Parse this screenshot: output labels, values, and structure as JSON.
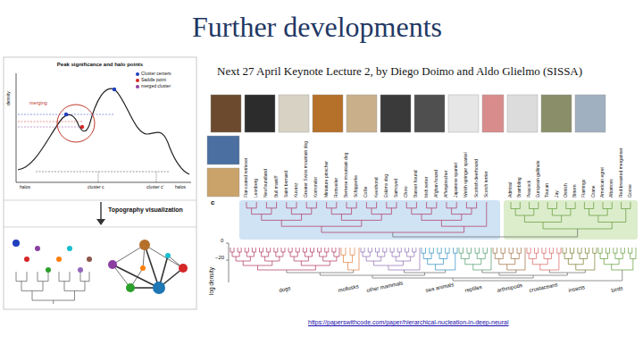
{
  "diagram": {
    "title": "Further developments",
    "labels": [
      "Next 27 April Keynote Lecture 2, by Diego Doimo and Aldo Glielmo (SISSA)",
      "Peak significance and halo points",
      "merging",
      "density",
      "halos",
      "cluster c",
      "cluster c'",
      "halos",
      "Topography visualization",
      "c",
      "log density",
      "0",
      "−20",
      "https://paperswithcode.com/paper/hierarchical-nucleation-in-deep-neural",
      "dogs",
      "mollusks",
      "other mammals",
      "sea animals",
      "reptiles",
      "arthropods",
      "crustaceans",
      "insects",
      "birds",
      "Flat-coated retriever",
      "Leonberg",
      "Newfoundland",
      "Bull mastiff",
      "Saint bernard",
      "Kuvasz",
      "Greater Swiss mountain dog",
      "Komondor",
      "Miniature pinscher",
      "Rottweiler",
      "Bernese mountain dog",
      "Schipperke",
      "Collie",
      "Keeshond",
      "Eskimo dog",
      "Samoyed",
      "Chow",
      "Basset hound",
      "Irish setter",
      "Afghan hound",
      "Affenpinscher",
      "Japanese spaniel",
      "Welsh springer spaniel",
      "Scottish deerhound",
      "Scotch terrier",
      "Admiral",
      "Brambling",
      "Peacock",
      "European gallinule",
      "Toucan",
      "Jay",
      "Ostrich",
      "Bittern",
      "Flamingo",
      "Crane",
      "American egret",
      "Albatross",
      "Red-breasted merganser",
      "Goose"
    ],
    "legend": [
      {
        "text": "Cluster centers",
        "color": "#1f3fbf"
      },
      {
        "text": "Saddle point",
        "color": "#d62728"
      },
      {
        "text": "merged cluster",
        "color": "#8b3fa0"
      }
    ]
  }
}
